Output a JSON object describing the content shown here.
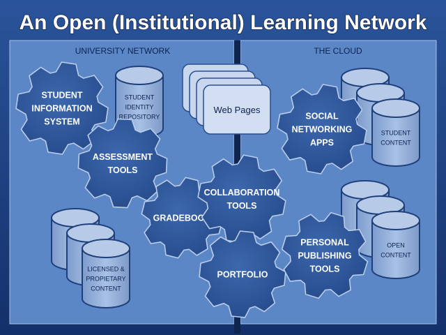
{
  "title": "An Open (Institutional) Learning Network",
  "panels": {
    "left": "UNIVERSITY NETWORK",
    "right": "THE CLOUD"
  },
  "gears": {
    "sis": [
      "STUDENT",
      "INFORMATION",
      "SYSTEM"
    ],
    "assessment": [
      "ASSESSMENT",
      "TOOLS"
    ],
    "gradebook": [
      "GRADEBOOK"
    ],
    "collaboration": [
      "COLLABORATION",
      "TOOLS"
    ],
    "portfolio": [
      "PORTFOLIO"
    ],
    "social": [
      "SOCIAL",
      "NETWORKING",
      "APPS"
    ],
    "publishing": [
      "PERSONAL",
      "PUBLISHING",
      "TOOLS"
    ]
  },
  "cylinders": {
    "identity": [
      "STUDENT",
      "IDENTITY",
      "REPOSITORY"
    ],
    "licensed": [
      "LICENSED &",
      "PROPIETARY",
      "CONTENT"
    ],
    "student_content": [
      "STUDENT",
      "CONTENT"
    ],
    "open_content": [
      "OPEN",
      "CONTENT"
    ]
  },
  "pages": {
    "label": "Web Pages"
  },
  "colors": {
    "background": "#1b3d78",
    "panel": "#5b87c7",
    "gear": "#2e5799",
    "cylinder": "#93afd8",
    "page": "#c8d6ee"
  }
}
